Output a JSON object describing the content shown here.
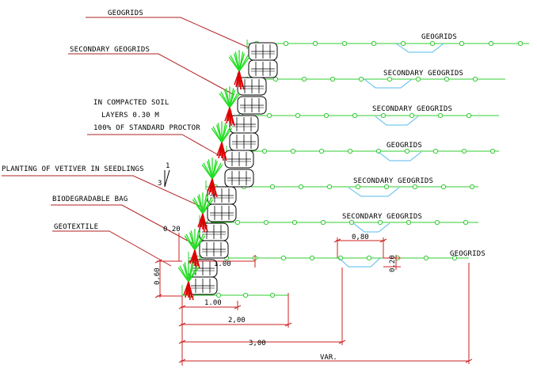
{
  "labels": {
    "geogrids_top": "GEOGRIDS",
    "secondary_geogrids": "SECONDARY GEOGRIDS",
    "compacted_1": "IN COMPACTED SOIL",
    "compacted_2": "LAYERS 0.30 M",
    "compacted_3": "100% OF STANDARD PROCTOR",
    "planting": "PLANTING OF VETIVER IN SEEDLINGS",
    "bag": "BIODEGRADABLE BAG",
    "geotextile": "GEOTEXTILE"
  },
  "grid_labels": {
    "g1": "GEOGRIDS",
    "g2": "SECONDARY GEOGRIDS",
    "g3": "SECONDARY GEOGRIDS",
    "g4": "GEOGRIDS",
    "g5": "SECONDARY GEOGRIDS",
    "g6": "SECONDARY GEOGRIDS",
    "g7": "GEOGRIDS"
  },
  "slope": {
    "rise": "1",
    "run": "3"
  },
  "dimensions": {
    "d_020_left": "0.20",
    "d_100_upper": "1.00",
    "d_060": "0.60",
    "d_100_lower": "1.00",
    "d_200": "2,00",
    "d_300": "3,00",
    "d_var": "VAR.",
    "d_080": "0,80",
    "d_020_right": "0.20"
  },
  "colors": {
    "leader": "#b22222",
    "geogrid": "#33cc33",
    "drain": "#55bbee",
    "vetiver_leaf": "#22dd22",
    "vetiver_root": "#dd0000",
    "dim_line": "#cc2222",
    "bag": "#000000"
  }
}
